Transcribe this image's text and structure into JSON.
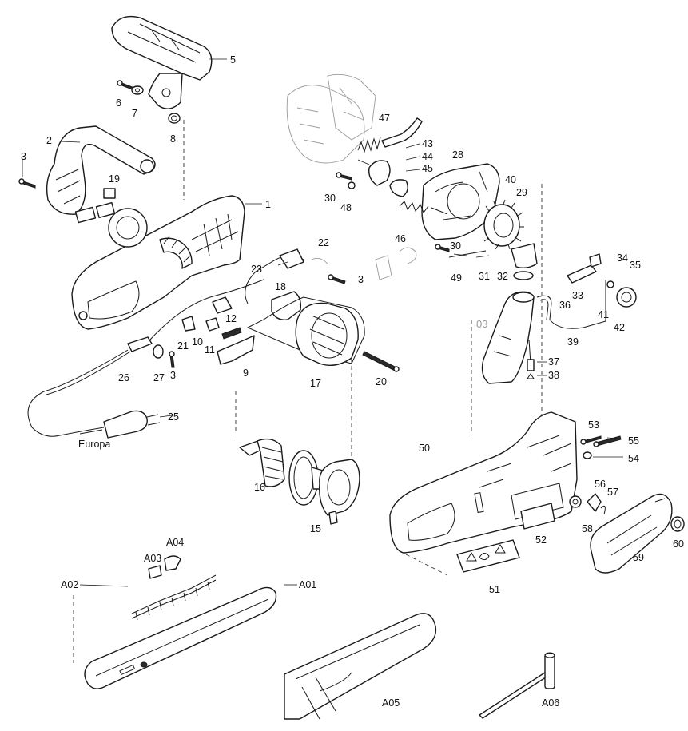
{
  "labels": {
    "p1": "1",
    "p2": "2",
    "p3a": "3",
    "p3b": "3",
    "p3c": "3",
    "p5": "5",
    "p6": "6",
    "p7": "7",
    "p8": "8",
    "p9": "9",
    "p10": "10",
    "p11": "11",
    "p12": "12",
    "p15": "15",
    "p16": "16",
    "p17": "17",
    "p18": "18",
    "p19": "19",
    "p20": "20",
    "p21": "21",
    "p22": "22",
    "p23": "23",
    "p25": "25",
    "p26": "26",
    "p27": "27",
    "p28": "28",
    "p29": "29",
    "p30a": "30",
    "p30b": "30",
    "p31": "31",
    "p32": "32",
    "p33": "33",
    "p34": "34",
    "p35": "35",
    "p36": "36",
    "p37": "37",
    "p38": "38",
    "p39": "39",
    "p40": "40",
    "p41": "41",
    "p42": "42",
    "p43": "43",
    "p44": "44",
    "p45": "45",
    "p46": "46",
    "p47": "47",
    "p48": "48",
    "p49": "49",
    "p50": "50",
    "p51": "51",
    "p52": "52",
    "p53": "53",
    "p54": "54",
    "p55": "55",
    "p56": "56",
    "p57": "57",
    "p58": "58",
    "p59": "59",
    "p60": "60",
    "a01": "A01",
    "a02": "A02",
    "a03": "A03",
    "a04": "A04",
    "a05": "A05",
    "a06": "A06",
    "p03": "03",
    "europa": "Europa"
  }
}
